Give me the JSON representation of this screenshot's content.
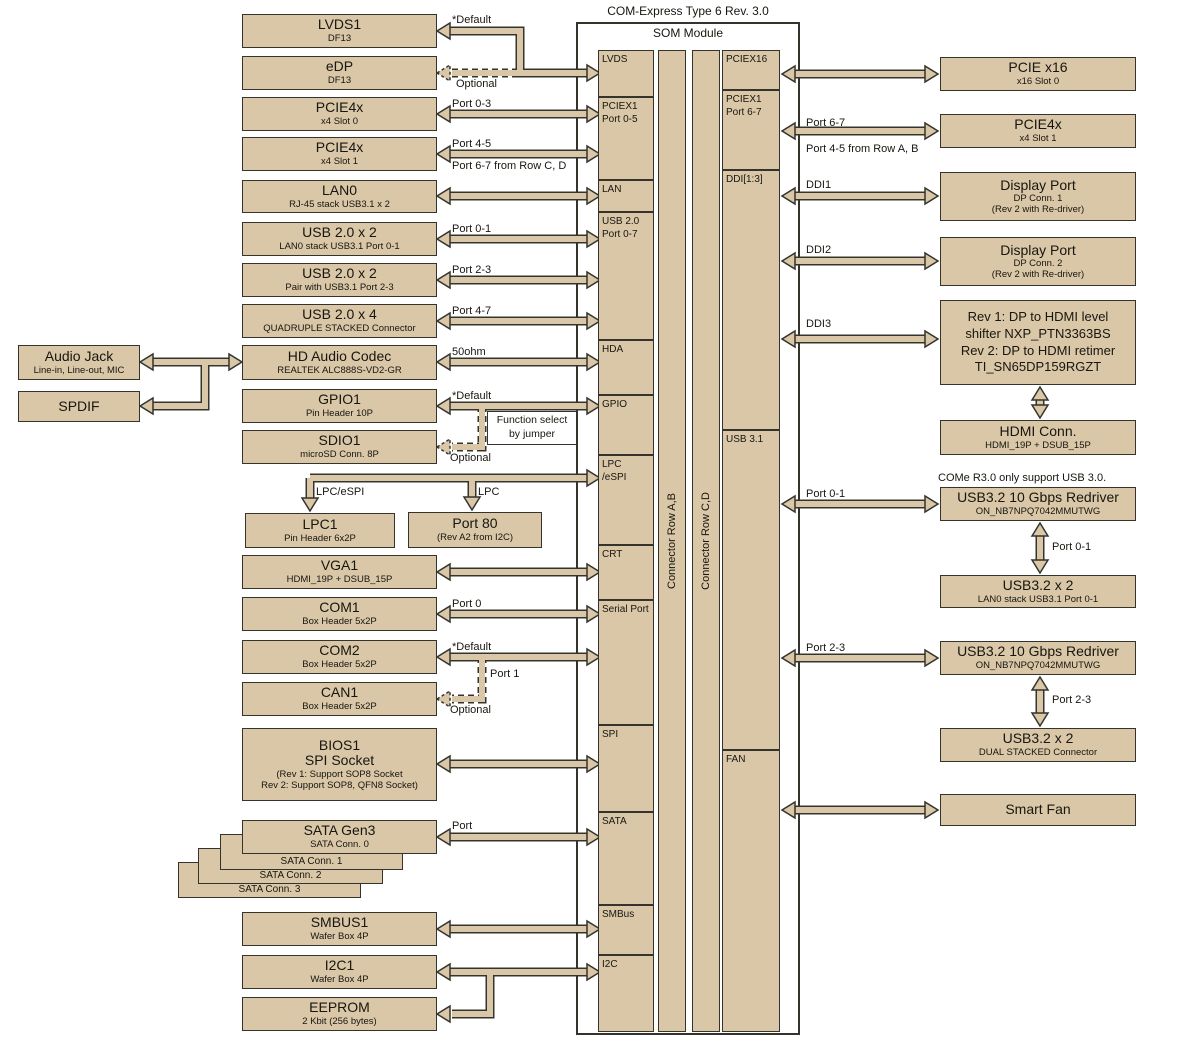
{
  "colors": {
    "box_fill": "#d9c7a8",
    "box_border": "#35342c"
  },
  "header": {
    "standard": "COM-Express Type 6 Rev. 3.0",
    "module": "SOM Module"
  },
  "som": {
    "left_cells": [
      "LVDS",
      "PCIEX1\nPort 0-5",
      "LAN",
      "USB 2.0\nPort 0-7",
      "HDA",
      "GPIO",
      "LPC\n/eSPI",
      "CRT",
      "Serial Port",
      "SPI",
      "SATA",
      "SMBus",
      "I2C"
    ],
    "connector_ab": "Connector Row A,B",
    "connector_cd": "Connector Row C,D",
    "right_cells": [
      "PCIEX16",
      "PCIEX1\nPort 6-7",
      "DDI[1:3]",
      "USB 3.1",
      "FAN"
    ]
  },
  "far_left_boxes": {
    "audio_jack": {
      "title": "Audio Jack",
      "sub": "Line-in, Line-out, MIC"
    },
    "spdif": {
      "title": "SPDIF"
    }
  },
  "left_boxes": {
    "lvds1": {
      "title": "LVDS1",
      "sub": "DF13"
    },
    "edp": {
      "title": "eDP",
      "sub": "DF13"
    },
    "pcie4x_slot0": {
      "title": "PCIE4x",
      "sub": "x4 Slot 0"
    },
    "pcie4x_slot1": {
      "title": "PCIE4x",
      "sub": "x4 Slot 1"
    },
    "lan0": {
      "title": "LAN0",
      "sub": "RJ-45 stack USB3.1 x 2"
    },
    "usb20_x2_a": {
      "title": "USB 2.0 x 2",
      "sub": "LAN0 stack USB3.1 Port 0-1"
    },
    "usb20_x2_b": {
      "title": "USB 2.0 x 2",
      "sub": "Pair with USB3.1 Port 2-3"
    },
    "usb20_x4": {
      "title": "USB 2.0 x 4",
      "sub": "QUADRUPLE STACKED Connector"
    },
    "hd_audio": {
      "title": "HD Audio Codec",
      "sub": "REALTEK ALC888S-VD2-GR"
    },
    "gpio1": {
      "title": "GPIO1",
      "sub": "Pin Header 10P"
    },
    "sdio1": {
      "title": "SDIO1",
      "sub": "microSD Conn. 8P"
    },
    "lpc1": {
      "title": "LPC1",
      "sub": "Pin Header 6x2P"
    },
    "port80": {
      "title": "Port 80",
      "sub": "(Rev A2 from I2C)"
    },
    "vga1": {
      "title": "VGA1",
      "sub": "HDMI_19P + DSUB_15P"
    },
    "com1": {
      "title": "COM1",
      "sub": "Box Header 5x2P"
    },
    "com2": {
      "title": "COM2",
      "sub": "Box Header 5x2P"
    },
    "can1": {
      "title": "CAN1",
      "sub": "Box Header 5x2P"
    },
    "bios1": {
      "title": "BIOS1\nSPI Socket",
      "sub": "(Rev 1: Support SOP8 Socket\nRev 2: Support SOP8, QFN8 Socket)"
    },
    "sata": {
      "title": "SATA Gen3",
      "sub": "SATA Conn. 0"
    },
    "sata1": {
      "label": "SATA Conn. 1"
    },
    "sata2": {
      "label": "SATA Conn. 2"
    },
    "sata3": {
      "label": "SATA Conn. 3"
    },
    "smbus1": {
      "title": "SMBUS1",
      "sub": "Wafer Box 4P"
    },
    "i2c1": {
      "title": "I2C1",
      "sub": "Wafer Box 4P"
    },
    "eeprom": {
      "title": "EEPROM",
      "sub": "2 Kbit (256 bytes)"
    }
  },
  "right_boxes": {
    "pcie_x16": {
      "title": "PCIE x16",
      "sub": "x16 Slot 0"
    },
    "pcie4x": {
      "title": "PCIE4x",
      "sub": "x4 Slot 1"
    },
    "dp1": {
      "title": "Display Port",
      "sub": "DP Conn. 1\n(Rev 2 with Re-driver)"
    },
    "dp2": {
      "title": "Display Port",
      "sub": "DP Conn. 2\n(Rev 2 with Re-driver)"
    },
    "dp_hdmi": {
      "text": "Rev 1: DP to HDMI level\nshifter NXP_PTN3363BS\nRev 2: DP to HDMI retimer\nTI_SN65DP159RGZT"
    },
    "hdmi": {
      "title": "HDMI Conn.",
      "sub": "HDMI_19P + DSUB_15P"
    },
    "redriver1": {
      "title": "USB3.2 10 Gbps Redriver",
      "sub": "ON_NB7NPQ7042MMUTWG"
    },
    "usb32_a": {
      "title": "USB3.2 x 2",
      "sub": "LAN0 stack USB3.1 Port 0-1"
    },
    "redriver2": {
      "title": "USB3.2 10 Gbps Redriver",
      "sub": "ON_NB7NPQ7042MMUTWG"
    },
    "usb32_b": {
      "title": "USB3.2 x 2",
      "sub": "DUAL STACKED Connector"
    },
    "smart_fan": {
      "title": "Smart Fan"
    }
  },
  "labels": {
    "default_lvds": "*Default",
    "optional_edp": "Optional",
    "port_0_3": "Port 0-3",
    "port_4_5": "Port 4-5",
    "port_6_7_row_cd": "Port 6-7 from Row C, D",
    "port_0_1": "Port 0-1",
    "port_2_3": "Port 2-3",
    "port_4_7": "Port 4-7",
    "ohm_50": "50ohm",
    "default_gpio": "*Default",
    "function_select": "Function select\nby jumper",
    "optional_sdio": "Optional",
    "lpc_espi": "LPC/eSPI",
    "lpc": "LPC",
    "port_0": "Port 0",
    "default_com2": "*Default",
    "port_1": "Port 1",
    "optional_can": "Optional",
    "port_sata": "Port",
    "port_6_7": "Port 6-7",
    "port_4_5_row_ab": "Port 4-5 from Row A, B",
    "ddi1": "DDI1",
    "ddi2": "DDI2",
    "ddi3": "DDI3",
    "come_note": "COMe R3.0 only support USB 3.0.",
    "port_0_1_r": "Port 0-1",
    "port_0_1_v": "Port 0-1",
    "port_2_3_r": "Port 2-3",
    "port_2_3_v": "Port 2-3"
  }
}
